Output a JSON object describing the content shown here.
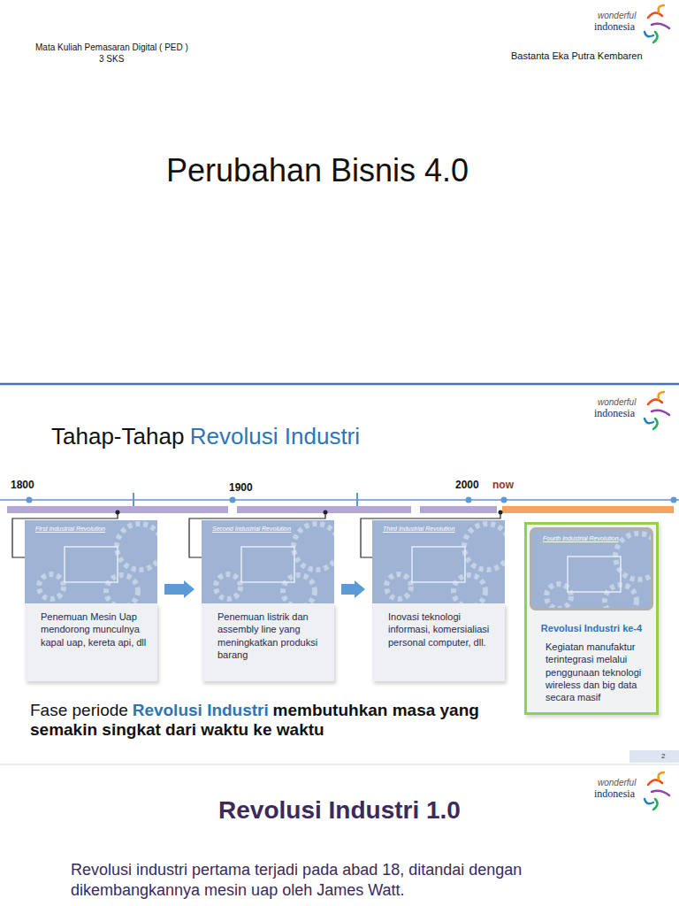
{
  "diagram": {
    "title": "Perubahan Bisnis 4.0",
    "nodes": [
      {
        "text": [
          "First Industrial Revolution",
          "Penemuan Mesin Uap mendorong munculnya kapal uap, kereta api, dll"
        ]
      },
      {
        "text": [
          "Second Industrial Revolution",
          "Penemuan listrik dan assembly line yang meningkatkan produksi barang"
        ]
      },
      {
        "text": [
          "Third Industrial Revolution",
          "Inovasi teknologi informasi, komersialiasi personal computer, dll."
        ]
      },
      {
        "text": [
          "Fourth Industrial Revolution",
          "Revolusi Industri ke-4",
          "Kegiatan manufaktur terintegrasi melalui penggunaan teknologi wireless dan big data secara masif"
        ]
      }
    ],
    "edges": [
      {
        "from": 0,
        "to": 1,
        "arrow": "to"
      },
      {
        "from": 1,
        "to": 2,
        "arrow": "to"
      }
    ],
    "labels": [
      "Mata Kuliah Pemasaran Digital ( PED )",
      "3 SKS",
      "Bastanta Eka Putra Kembaren",
      "wonderful",
      "indonesia",
      "Tahap-Tahap",
      "Revolusi Industri",
      "wonderful",
      "indonesia",
      "1800",
      "1900",
      "2000",
      "now",
      "Fase periode",
      "Revolusi Industri",
      "membutuhkan masa yang semakin singkat dari waktu ke waktu",
      "2",
      "Revolusi Industri 1.0",
      "Revolusi industri pertama terjadi pada abad 18, ditandai dengan dikembangkannya mesin uap oleh James Watt.",
      "wonderful",
      "indonesia"
    ]
  }
}
